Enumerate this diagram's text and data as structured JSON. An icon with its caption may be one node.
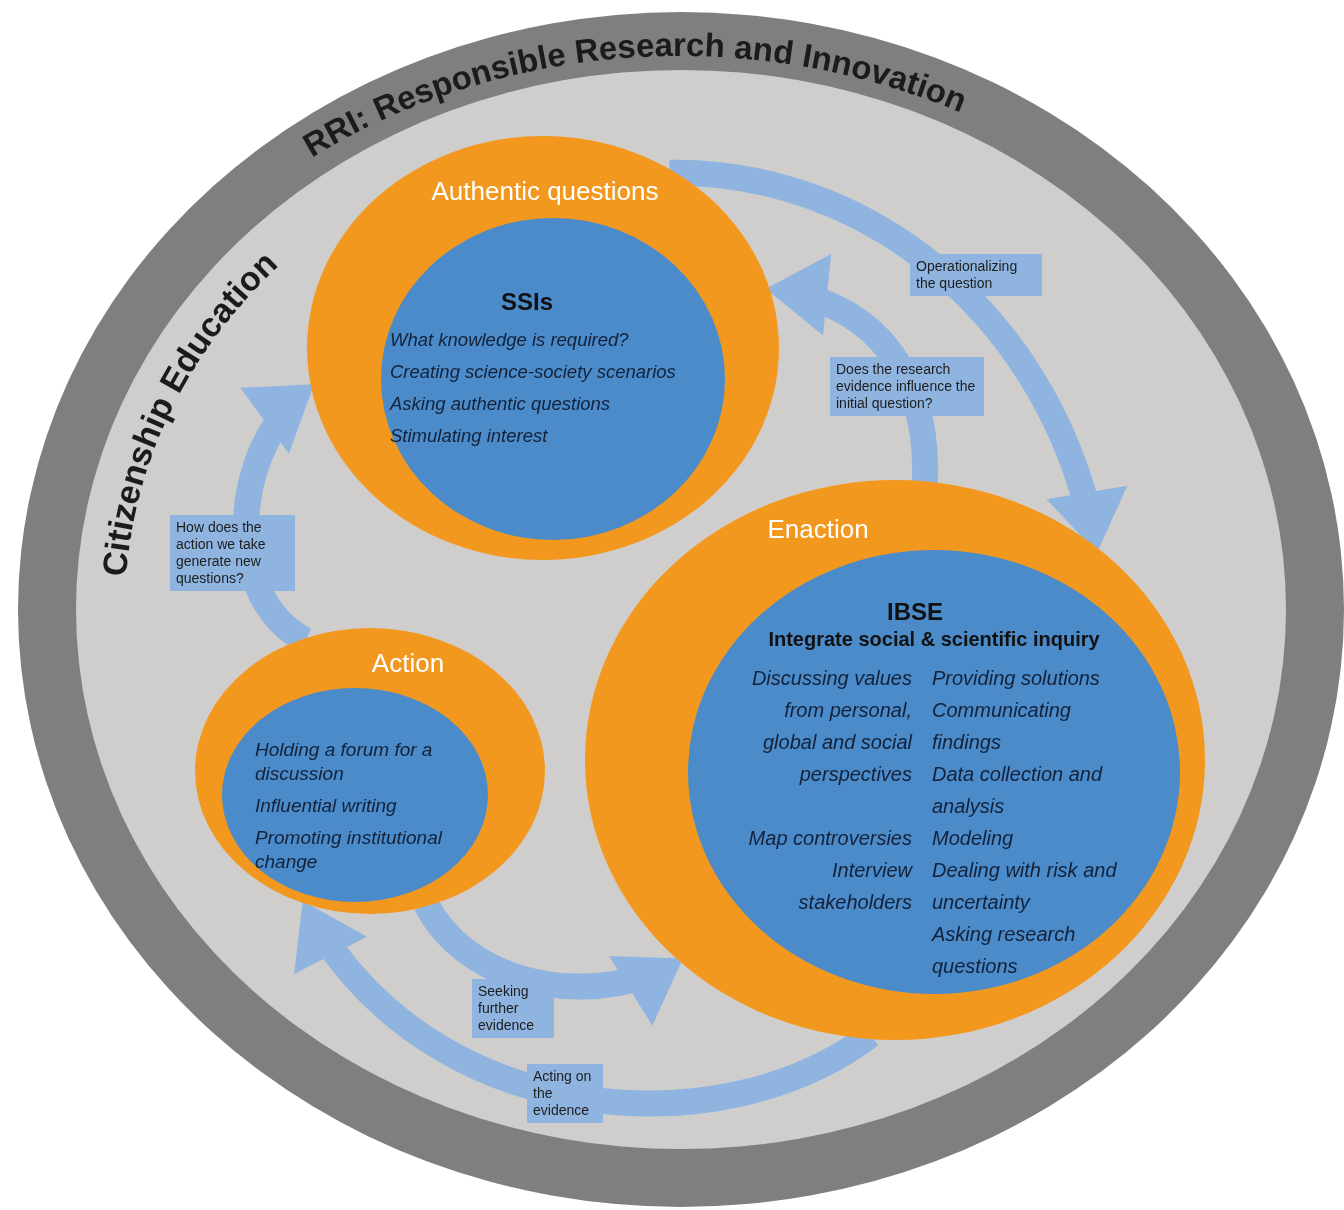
{
  "diagram": {
    "nodes": [
      {
        "text": [
          "RRI: Responsible Research and Innovation",
          "Citizenship Education"
        ]
      },
      {
        "text": [
          "Authentic questions"
        ],
        "in": 0
      },
      {
        "text": [
          "SSIs",
          "What knowledge is required?",
          "Creating science-society scenarios",
          "Asking authentic questions",
          "Stimulating interest"
        ],
        "in": 1
      },
      {
        "text": [
          "Enaction"
        ],
        "in": 0
      },
      {
        "text": [
          "IBSE",
          "Integrate social & scientific inquiry",
          "Discussing values from personal, global and social perspectives",
          "Map controversies",
          "Interview stakeholders",
          "Providing solutions",
          "Communicating findings",
          "Data collection and analysis",
          "Modeling",
          "Dealing with risk and uncertainty",
          "Asking research questions"
        ],
        "in": 3
      },
      {
        "text": [
          "Action"
        ],
        "in": 0
      },
      {
        "text": [
          "Holding a forum for a discussion",
          "Influential writing",
          "Promoting institutional change"
        ],
        "in": 5
      }
    ],
    "edges": [
      {
        "from": 1,
        "to": 3,
        "arrow": "to",
        "label": "Operationalizing the question"
      },
      {
        "from": 3,
        "to": 1,
        "arrow": "to",
        "label": "Does the research evidence influence the initial question?"
      },
      {
        "from": 5,
        "to": 1,
        "arrow": "to",
        "label": "How does the action we take generate new questions?"
      },
      {
        "from": 5,
        "to": 3,
        "arrow": "to",
        "label": "Seeking further evidence"
      },
      {
        "from": 3,
        "to": 5,
        "arrow": "to",
        "label": "Acting on the evidence"
      }
    ]
  }
}
